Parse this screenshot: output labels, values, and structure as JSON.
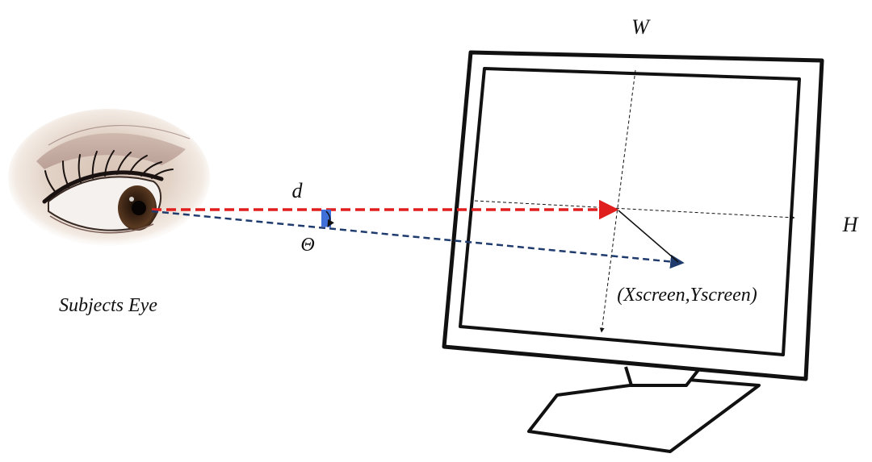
{
  "labels": {
    "width": "W",
    "height": "H",
    "distance": "d",
    "angle": "Θ",
    "eye": "Subjects Eye",
    "point": "(Xscreen,Yscreen)"
  },
  "colors": {
    "gaze_line": "#e01e1e",
    "offset_line": "#1f3b6e",
    "angle_marker": "#3f6fd8",
    "outline": "#111111"
  },
  "icons": {
    "eye": "eye-photo-icon",
    "monitor": "monitor-outline-icon"
  }
}
